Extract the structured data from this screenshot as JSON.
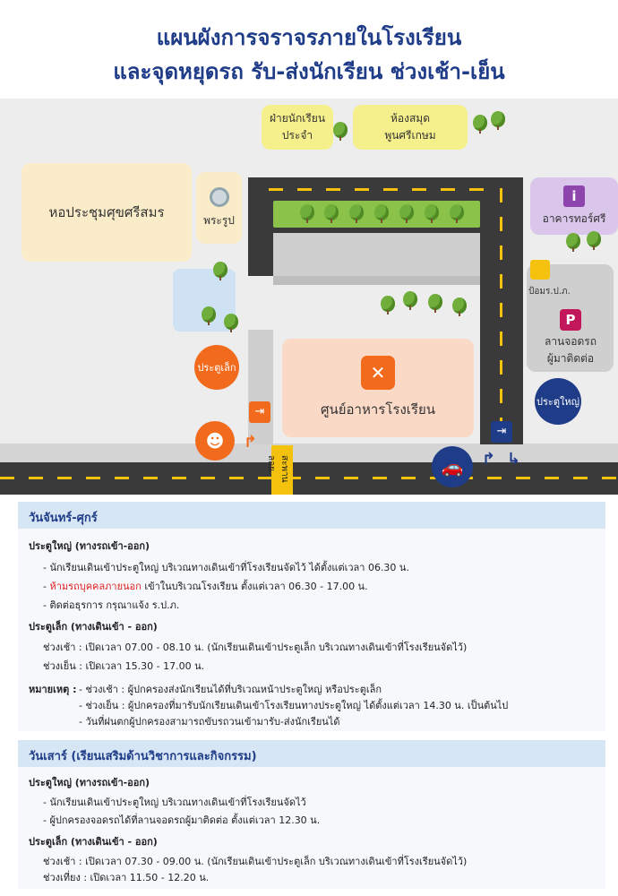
{
  "title": {
    "line1": "แผนผังการจราจรภายในโรงเรียน",
    "line2": "และจุดหยุดรถ รับ-ส่งนักเรียน ช่วงเช้า-เย็น"
  },
  "map": {
    "hall": "หอประชุมศุขศรีสมร",
    "buddha": "พระรูป",
    "boarding": "ฝ่ายนักเรียน\nประจำ",
    "library": "ห้องสมุด\nพูนศรีเกษม",
    "office": "อาคารทอร์ศรี",
    "guard": "ป้อมร.ป.ภ.",
    "parking": "ลานจอดรถ\nผู้มาติดต่อ",
    "canteen": "ศูนย์อาหารโรงเรียน",
    "small_gate": "ประตูเล็ก",
    "main_gate": "ประตูใหญ่",
    "crosswalk": "สะพานลอย",
    "icons": [
      "info-icon",
      "parking-icon",
      "utensils-icon",
      "exit-icon",
      "person-icon",
      "car-icon",
      "arrow-icon"
    ],
    "colors": {
      "road": "#3a3a3a",
      "lane": "#f4c20d",
      "gate_orange": "#f26b1d",
      "gate_blue": "#1f3c88"
    }
  },
  "weekday": {
    "header": "วันจันทร์-ศุกร์",
    "main_gate_title": "ประตูใหญ่ (ทางรถเข้า-ออก)",
    "main_items": [
      "- นักเรียนเดินเข้าประตูใหญ่ บริเวณทางเดินเข้าที่โรงเรียนจัดไว้ ได้ตั้งแต่เวลา 06.30 น.",
      "ห้ามรถบุคคลภายนอก",
      " เข้าในบริเวณโรงเรียน ตั้งแต่เวลา 06.30 - 17.00 น.",
      "- ติดต่อธุรการ กรุณาแจ้ง ร.ป.ภ."
    ],
    "small_gate_title": "ประตูเล็ก (ทางเดินเข้า - ออก)",
    "small_items": [
      "ช่วงเช้า  : เปิดเวลา 07.00 - 08.10 น. (นักเรียนเดินเข้าประตูเล็ก บริเวณทางเดินเข้าที่โรงเรียนจัดไว้)",
      "ช่วงเย็น  :  เปิดเวลา 15.30 - 17.00 น."
    ],
    "note_label": "หมายเหตุ :",
    "notes": [
      "- ช่วงเช้า : ผู้ปกครองส่งนักเรียนได้ที่บริเวณหน้าประตูใหญ่ หรือประตูเล็ก",
      "- ช่วงเย็น : ผู้ปกครองที่มารับนักเรียนเดินเข้าโรงเรียนทางประตูใหญ่ ได้ตั้งแต่เวลา 14.30 น. เป็นต้นไป",
      "- วันที่ฝนตกผู้ปกครองสามารถขับรถวนเข้ามารับ-ส่งนักเรียนได้"
    ]
  },
  "saturday": {
    "header": "วันเสาร์ (เรียนเสริมด้านวิชาการและกิจกรรม)",
    "main_gate_title": "ประตูใหญ่ (ทางรถเข้า-ออก)",
    "main_items": [
      "- นักเรียนเดินเข้าประตูใหญ่ บริเวณทางเดินเข้าที่โรงเรียนจัดไว้",
      "- ผู้ปกครองจอดรถได้ที่ลานจอดรถผู้มาติดต่อ ตั้งแต่เวลา 12.30 น."
    ],
    "small_gate_title": "ประตูเล็ก (ทางเดินเข้า - ออก)",
    "small_items": [
      "ช่วงเช้า    : เปิดเวลา 07.30 - 09.00 น. (นักเรียนเดินเข้าประตูเล็ก บริเวณทางเดินเข้าที่โรงเรียนจัดไว้)",
      "ช่วงเที่ยง : เปิดเวลา 11.50 - 12.20 น."
    ]
  }
}
